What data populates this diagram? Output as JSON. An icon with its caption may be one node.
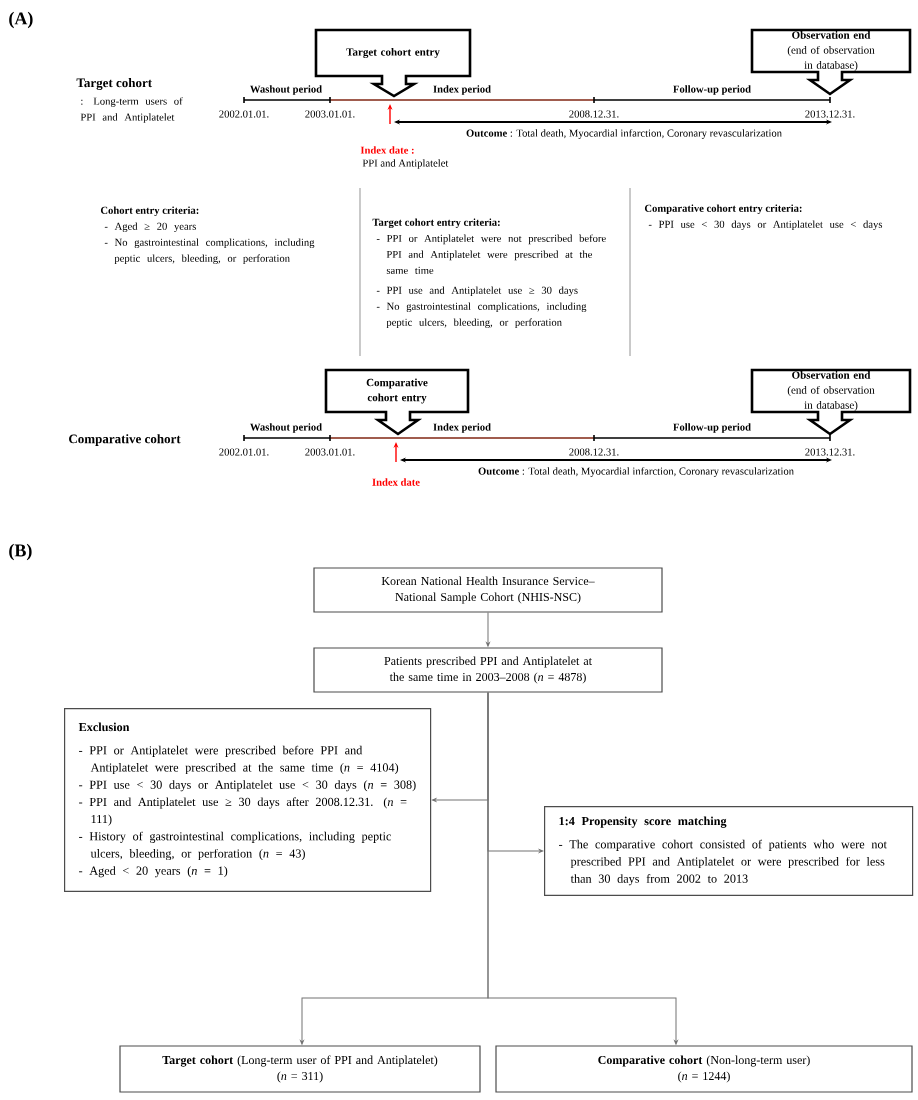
{
  "diagram": {
    "nodes": [
      {
        "text": [
          "Target cohort entry"
        ]
      },
      {
        "text": [
          "Observation end",
          "(end of observation in database)"
        ]
      },
      {
        "text": [
          "Comparative cohort entry"
        ]
      },
      {
        "text": [
          "Observation end",
          "(end of observation in database)"
        ]
      },
      {
        "text": [
          "Korean National Health Insurance Service–National Sample Cohort (NHIS-NSC)"
        ]
      },
      {
        "text": [
          "Patients prescribed PPI and Antiplatelet at the same time in 2003–2008 (*n* = 4878)"
        ]
      },
      {
        "text": [
          "Exclusion",
          "- PPI or Antiplatelet were prescribed before PPI and Antiplatelet were prescribed at the same time (*n* = 4104)",
          "- PPI use < 30 days or Antiplatelet use < 30 days (*n* = 308)",
          "- PPI and Antiplatelet use ≥ 30 days after 2008.12.31. (*n* = 111)",
          "- History of gastrointestinal complications, including peptic ulcers, bleeding, or perforation (*n* = 43)",
          "- Aged < 20 years (*n* = 1)"
        ]
      },
      {
        "text": [
          "1:4 Propensity score matching",
          "- The comparative cohort consisted of patients who were not prescribed PPI and Antiplatelet or were prescribed for less than 30 days from 2002 to 2013"
        ]
      },
      {
        "text": [
          "**Target cohort** (Long-term user of PPI and Antiplatelet)",
          "(*n* = 311)"
        ]
      },
      {
        "text": [
          "**Comparative cohort** (Non-long-term user)",
          "(*n* = 1244)"
        ]
      }
    ],
    "edges": [
      {
        "from": 4,
        "to": 5,
        "arrow": "to"
      },
      {
        "from": 5,
        "to": 6,
        "arrow": "to"
      },
      {
        "from": 5,
        "to": 7,
        "arrow": "to"
      },
      {
        "from": 5,
        "to": 8,
        "arrow": "to"
      },
      {
        "from": 5,
        "to": 9,
        "arrow": "to"
      }
    ],
    "labels": [
      "(A)",
      "Target cohort",
      ": Long-term users of PPI and Antiplatelet",
      "Washout period",
      "Index period",
      "Follow-up period",
      "2002.01.01.",
      "2003.01.01.",
      "2008.12.31.",
      "2013.12.31.",
      "**Outcome** : Total death, Myocardial infarction, Coronary revascularization",
      "Index date :",
      "PPI and Antiplatelet",
      "Cohort entry criteria:",
      "- Aged ≥ 20 years",
      "- No gastrointestinal complications, including peptic ulcers, bleeding, or perforation",
      "Target cohort entry criteria:",
      "- PPI or Antiplatelet were not prescribed before PPI and Antiplatelet were prescribed at the same time",
      "- PPI use and Antiplatelet use ≥ 30 days",
      "- No gastrointestinal complications, including peptic ulcers, bleeding, or perforation",
      "Comparative cohort entry criteria:",
      "- PPI use < 30 days or Antiplatelet use < days",
      "Comparative cohort",
      "Washout period",
      "Index period",
      "Follow-up period",
      "2002.01.01.",
      "2003.01.01.",
      "2008.12.31.",
      "2013.12.31.",
      "**Outcome** : Total death, Myocardial infarction, Coronary revascularization",
      "Index date",
      "(B)"
    ]
  }
}
